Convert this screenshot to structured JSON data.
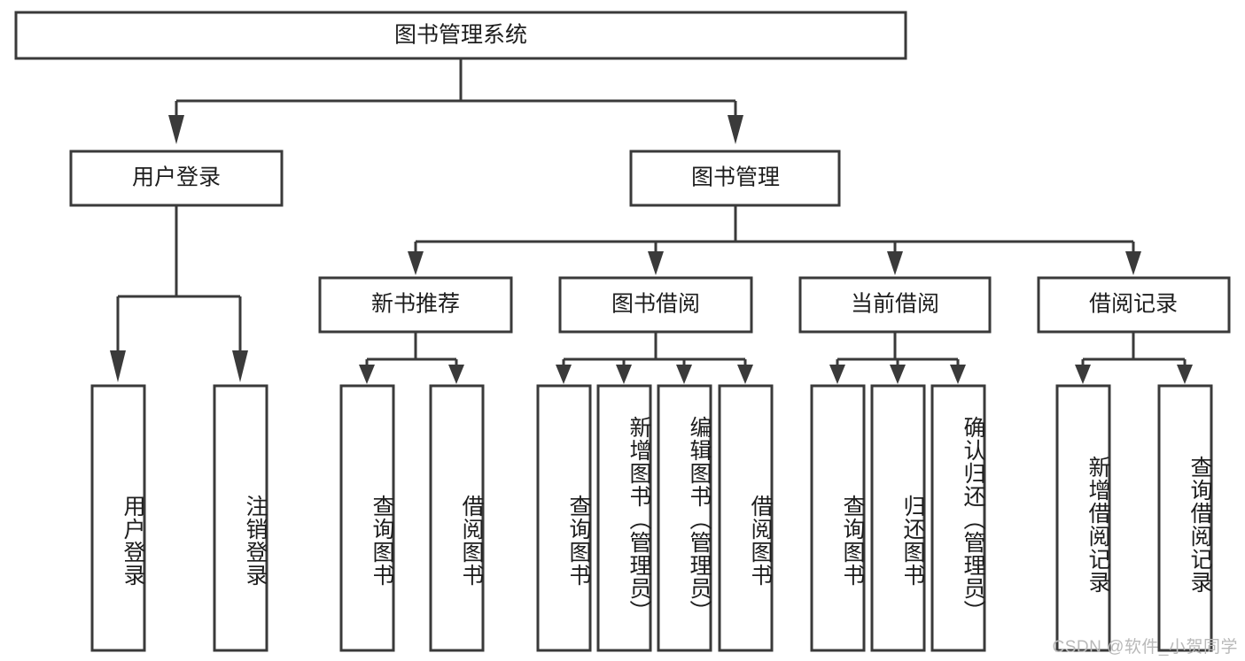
{
  "diagram": {
    "type": "tree-hierarchy",
    "title": "图书管理系统",
    "orientation": "top-down",
    "colors": {
      "box_fill": "#ffffff",
      "box_stroke": "#3a3a3a",
      "text": "#1d1d1d",
      "background": "#ffffff",
      "watermark": "#b9b9b9"
    },
    "root": {
      "label": "图书管理系统"
    },
    "level1": [
      {
        "label": "用户登录"
      },
      {
        "label": "图书管理"
      }
    ],
    "level2": [
      {
        "label": "新书推荐",
        "parent": "图书管理"
      },
      {
        "label": "图书借阅",
        "parent": "图书管理"
      },
      {
        "label": "当前借阅",
        "parent": "图书管理"
      },
      {
        "label": "借阅记录",
        "parent": "图书管理"
      }
    ],
    "leaves": {
      "user_login": [
        {
          "label": "用户登录"
        },
        {
          "label": "注销登录"
        }
      ],
      "new_book_recommend": [
        {
          "label": "查询图书"
        },
        {
          "label": "借阅图书"
        }
      ],
      "book_borrow": [
        {
          "label": "查询图书"
        },
        {
          "label": "新增图书（管理员）"
        },
        {
          "label": "编辑图书（管理员）"
        },
        {
          "label": "借阅图书"
        }
      ],
      "current_borrow": [
        {
          "label": "查询图书"
        },
        {
          "label": "归还图书"
        },
        {
          "label": "确认归还（管理员）"
        }
      ],
      "borrow_record": [
        {
          "label": "新增借阅记录"
        },
        {
          "label": "查询借阅记录"
        }
      ]
    },
    "watermark": "CSDN @软件_小贺同学"
  }
}
